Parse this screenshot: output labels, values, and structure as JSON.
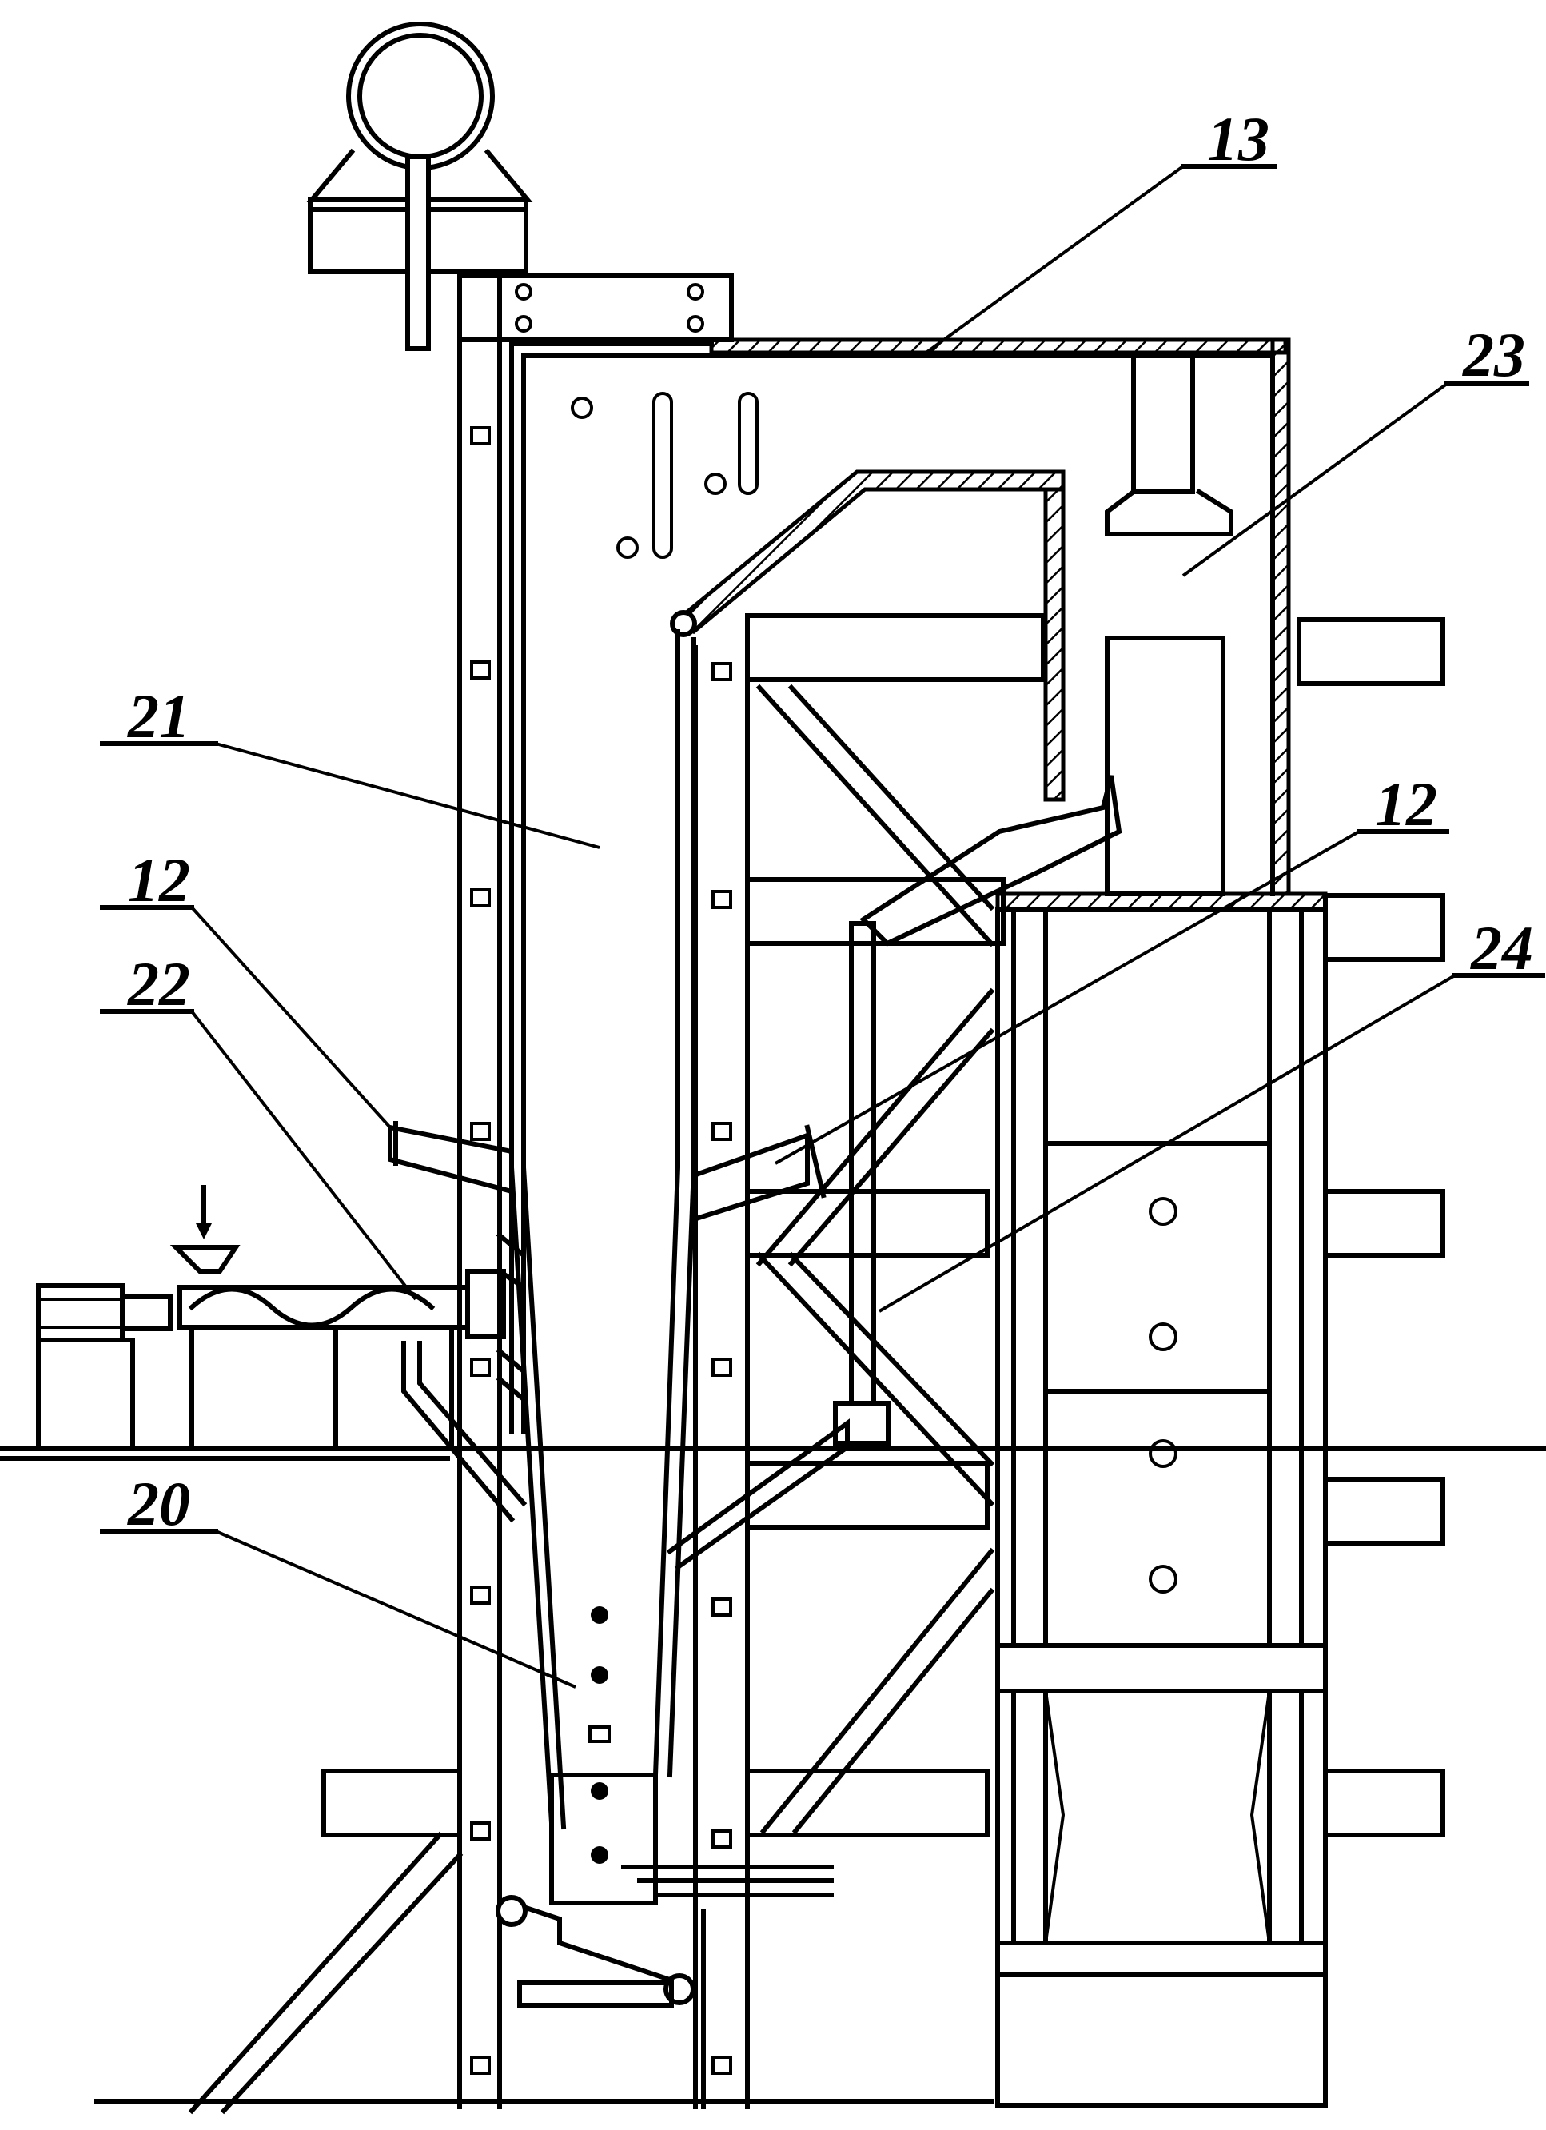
{
  "figure": {
    "labels": [
      {
        "id": "13",
        "text": "13"
      },
      {
        "id": "23",
        "text": "23"
      },
      {
        "id": "21",
        "text": "21"
      },
      {
        "id": "12-left",
        "text": "12"
      },
      {
        "id": "12-right",
        "text": "12"
      },
      {
        "id": "24",
        "text": "24"
      },
      {
        "id": "22",
        "text": "22"
      },
      {
        "id": "20",
        "text": "20"
      }
    ]
  }
}
